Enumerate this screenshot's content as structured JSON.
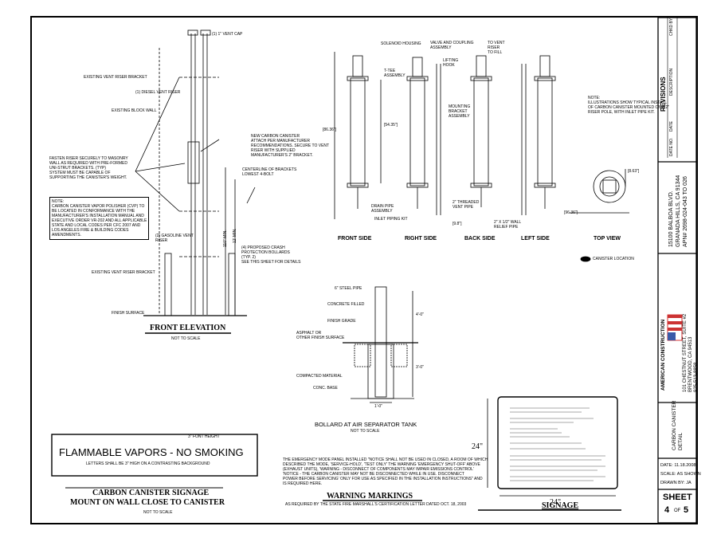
{
  "front_elevation": {
    "title": "FRONT ELEVATION",
    "scale": "NOT TO SCALE",
    "callouts": {
      "vent_cap": "(1) 1\" VENT CAP",
      "existing_vent_riser_bracket_top": "EXISTING VENT RISER BRACKET",
      "diesel_vent_riser": "(1) DIESEL VENT RISER",
      "existing_block_wall": "EXISTING BLOCK WALL",
      "new_carbon_canister": "NEW CARBON CANISTER\nATTACH PER MANUFACTURER\nRECOMMENDATIONS. SECURE TO VENT\nRISER WITH SUPPLIED\nMANUFACTURER'S 2\" BRACKET.",
      "fasten_riser": "FASTEN RISER SECURELY TO MASONRY\nWALL AS REQUIRED WITH PRE-FORMED\nUNI-STRUT BRACKETS. (TYP)\nSYSTEM MUST BE CAPABLE OF\nSUPPORTING THE CANISTER'S WEIGHT.",
      "centerline": "CENTERLINE OF BRACKETS\nLOWEST 4-BOLT",
      "gasoline_vent_riser": "(2) GASOLINE VENT\nRISER",
      "bollards": "(4) PROPOSED CRASH\nPROTECTION BOLLARDS\n(TYP. 2)\nSEE THIS SHEET FOR DETAILS",
      "existing_vent_riser_bracket_bottom": "EXISTING VENT RISER BRACKET",
      "finish_surface": "FINISH SURFACE",
      "dim_110": "110\" MIN.",
      "dim_12": "12' MIN."
    },
    "note": "NOTE:\nCARBON CANISTER VAPOR POLISHER (CVP) TO\nBE LOCATED IN CONFORMANCE WITH THE\nMANUFACTURER'S INSTALLATION MANUAL AND\nEXECUTIVE ORDER VR-202 AND ALL APPLICABLE\nSTATE AND LOCAL CODES PER CFC 2007 AND\nLOS ANGELES FIRE & BUILDING CODES\nAMENDMENTS."
  },
  "sides": {
    "labels": [
      "FRONT SIDE",
      "RIGHT SIDE",
      "BACK SIDE",
      "LEFT SIDE",
      "TOP VIEW"
    ],
    "callouts": {
      "solenoid": "SOLENOID HOUSING",
      "valve_assembly": "VALVE AND COUPLING\nASSEMBLY",
      "to_vent_riser": "TO VENT\nRISER\nTO FILL",
      "tee": "T-TEE\nASSEMBLY",
      "lifting_hook": "LIFTING\nHOOK",
      "mounting_bracket": "MOUNTING\nBRACKET\nASSEMBLY",
      "drain_pipe": "DRAIN PIPE\nASSEMBLY",
      "threaded_pipe": "2\" THREADED\nVENT PIPE",
      "inlet_fitting": "INLET PIPING KIT",
      "relief_pipe": "2\" X 1/2\" WALL\nRELIEF PIPE",
      "note": "NOTE:\nILLUSTRATIONS SHOW TYPICAL INSTALL\nOF CARBON CANISTER MOUNTED ON A 2\"\nRISER POLE, WITH INLET PIPE KIT.",
      "dim_h1": "[86.36\"]",
      "dim_h2": "[54.35\"]",
      "dim_w": "[9.8\"]",
      "dim_top": "[8.63\"]",
      "dim_top_w": "[96.36\"]"
    }
  },
  "bollard": {
    "title": "BOLLARD AT AIR SEPARATOR TANK",
    "scale": "NOT TO SCALE",
    "callouts": {
      "pipe": "6\" STEEL PIPE",
      "concrete": "CONCRETE FILLED",
      "finish_grade": "FINISH GRADE",
      "asphalt": "ASPHALT OR\nOTHER FINISH SURFACE",
      "compacted": "COMPACTED MATERIAL",
      "conc_base": "CONC. BASE",
      "dim_top": "4'-0\"",
      "dim_bottom": "3'-0\"",
      "dim_base": "1'-0\""
    }
  },
  "signage_left": {
    "headline": "FLAMMABLE VAPORS - NO SMOKING",
    "letter_height": "3\" FONT HEIGHT",
    "subtext": "LETTERS SHALL BE 3\" HIGH ON A CONTRASTING BACKGROUND",
    "title1": "CARBON CANISTER SIGNAGE",
    "title2": "MOUNT ON WALL CLOSE TO CANISTER",
    "scale": "NOT TO SCALE"
  },
  "warning": {
    "body": "THE EMERGENCY MODE PANEL INSTALLED \"NOTICE SHALL NOT BE USED IN CLOSED, A ROOM OF WHICH\nDESCRIBED THE MODE, 'SERVICE-HOLD', 'TEST ONLY' THE WARNING 'EMERGENCY SHUT-OFF' ABOVE\n(EXHAUST UNITS), 'WARNING - DISCONNECT OF COMPONENTS MAY IMPAIR EMISSIONS CONTROL'\n'NOTICE - THE CARBON CANISTER MAY NOT BE DISCONNECTED WHILE IN USE. DISCONNECT\nPOWER BEFORE SERVICING' ONLY FOR USE AS SPECIFIED IN THE INSTALLATION INSTRUCTIONS\" AND\nIS REQUIRED HERE.",
    "title": "WARNING MARKINGS",
    "subtitle": "AS REQUIRED BY THE STATE FIRE MARSHALL'S CERTIFICATION LETTER DATED OCT. 18, 2003"
  },
  "signage_right": {
    "title": "SIGNAGE",
    "dim_h": "24\"",
    "dim_w": "24\""
  },
  "title_block": {
    "revisions": "REVISIONS",
    "rev_headers": [
      "DATE NO.",
      "DATE",
      "DESCRIPTION",
      "CHKD BY"
    ],
    "site": "15100 BALBOA BLVD.\nGRANADA HILLS, CA 91344\nAPN# 2698-024-043 TO 026",
    "company": "AMERICAN CONSTRUCTION",
    "company_address": "101 CHESTNUT STREET, SUITE #2\nBRENTWOOD, CA 94513\n925-513-8858",
    "drawing_title": "CARBON CANISTER\nDETAIL",
    "date": "DATE: 11.18.2008",
    "scale": "SCALE: AS SHOWN",
    "drawn_by": "DRAWN BY: JA",
    "sheet_label": "SHEET",
    "sheet_num": "4",
    "sheet_of": "OF",
    "sheet_total": "5"
  },
  "north_arrow": "CANISTER LOCATION"
}
